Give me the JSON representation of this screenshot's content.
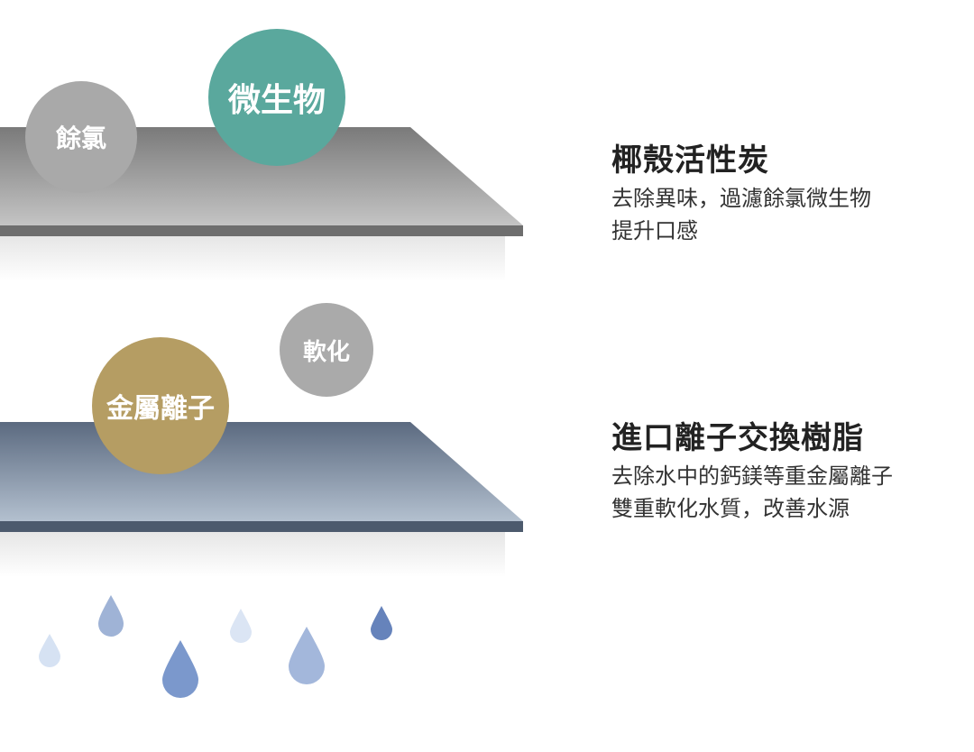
{
  "layers": [
    {
      "title": "椰殼活性炭",
      "lines": [
        "去除異味，過濾餘氯微生物",
        "提升口感"
      ],
      "badges": [
        "餘氯",
        "微生物"
      ]
    },
    {
      "title": "進口離子交換樹脂",
      "lines": [
        "去除水中的鈣鎂等重金屬離子",
        "雙重軟化水質，改善水源"
      ],
      "badges": [
        "軟化",
        "金屬離子"
      ]
    }
  ],
  "colors": {
    "teal": "#5aa89d",
    "gray_badge": "#a9a9a9",
    "gold": "#b59d63",
    "drop": "#7b98cc"
  }
}
